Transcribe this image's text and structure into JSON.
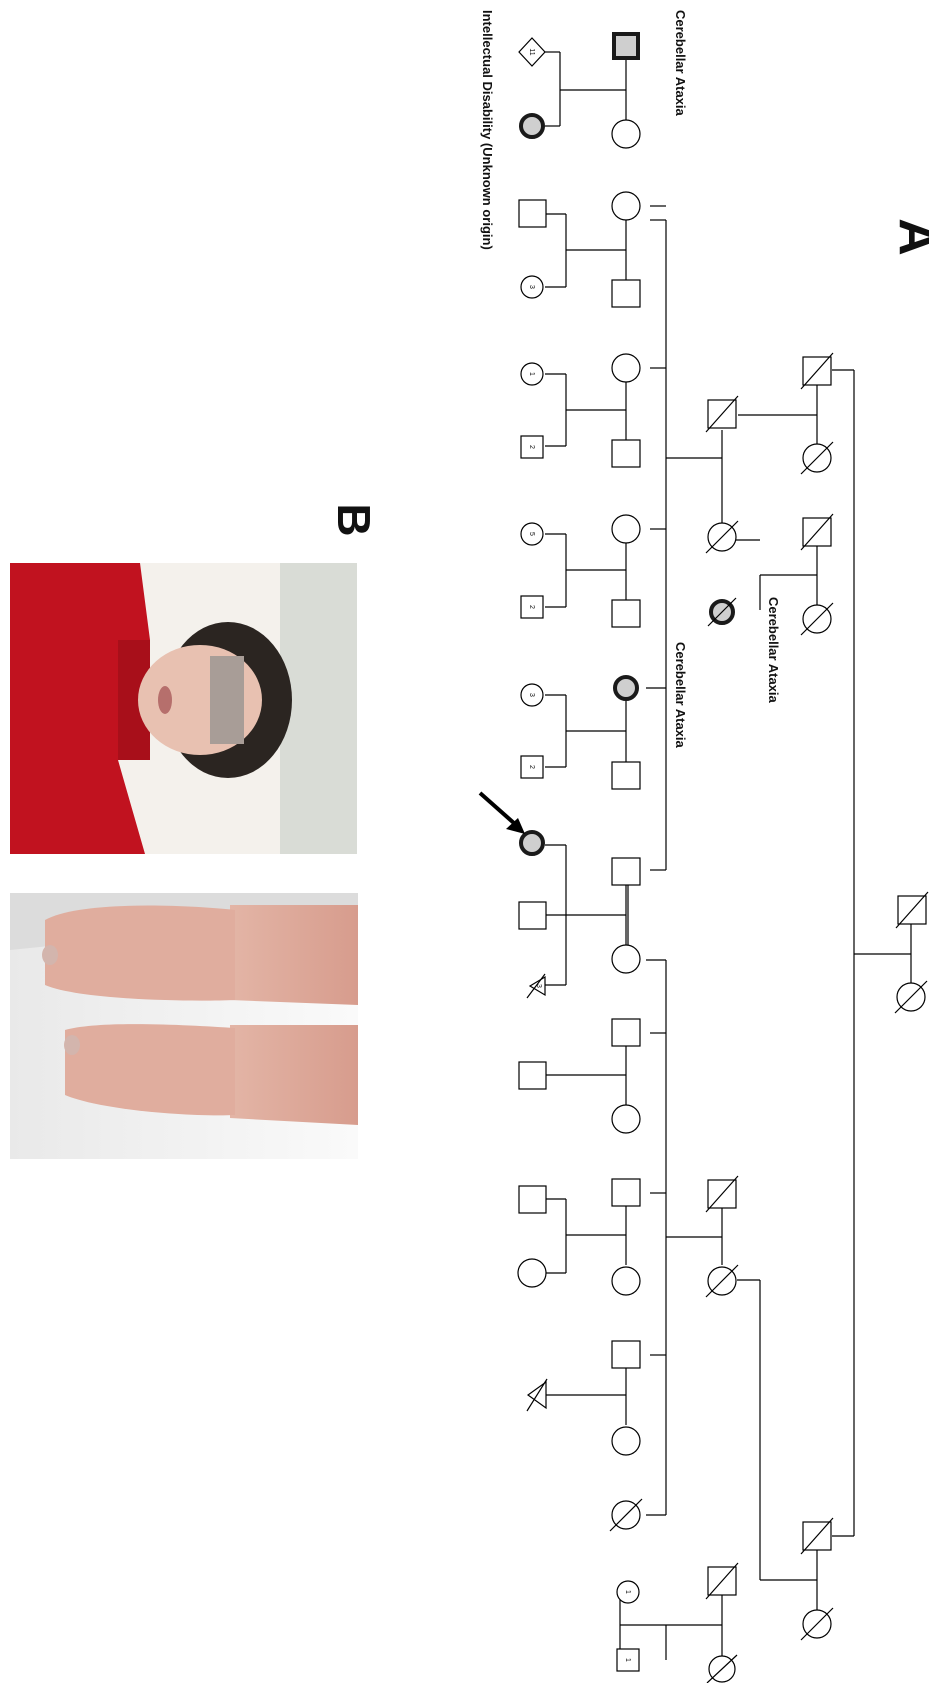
{
  "panels": {
    "a": "A",
    "b": "B"
  },
  "labels": {
    "ataxia_top": "Cerebellar Ataxia",
    "ataxia_mid": "Cerebellar Ataxia",
    "ataxia_gen2": "Cerebellar Ataxia",
    "intellectual_disability": "Intellectual Disability (Unknown origin)"
  },
  "sibship_counts": {
    "c1": "11",
    "c2": "3",
    "c3": "1",
    "c4": "2",
    "c5": "5",
    "c6": "2",
    "c7": "3",
    "c8": "2",
    "c9": "3",
    "c10": "1",
    "c11": "1"
  },
  "photos": {
    "face": "patient face photo",
    "feet": "patient feet photo"
  },
  "colors": {
    "affected_fill": "#cfcfcf",
    "affected_stroke": "#1a1a1a",
    "line": "#000000"
  }
}
